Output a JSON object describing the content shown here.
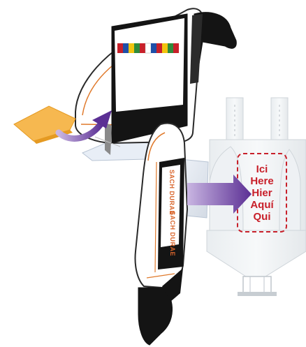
{
  "target_labels": [
    "Ici",
    "Here",
    "Hier",
    "Aquí",
    "Qui"
  ],
  "brand_text_1": "SACH DURAE",
  "brand_text_2": "SACH DURAE",
  "colors": {
    "label_red": "#c8202a",
    "arrow_purple": "#6a3fa0",
    "paper_orange": "#f6b850",
    "device_orange": "#e07a2c",
    "device_black": "#141414",
    "tank_grey": "#e8ecef"
  },
  "icons": [
    "placement-arrow",
    "insertion-arrow",
    "flag-strip"
  ]
}
